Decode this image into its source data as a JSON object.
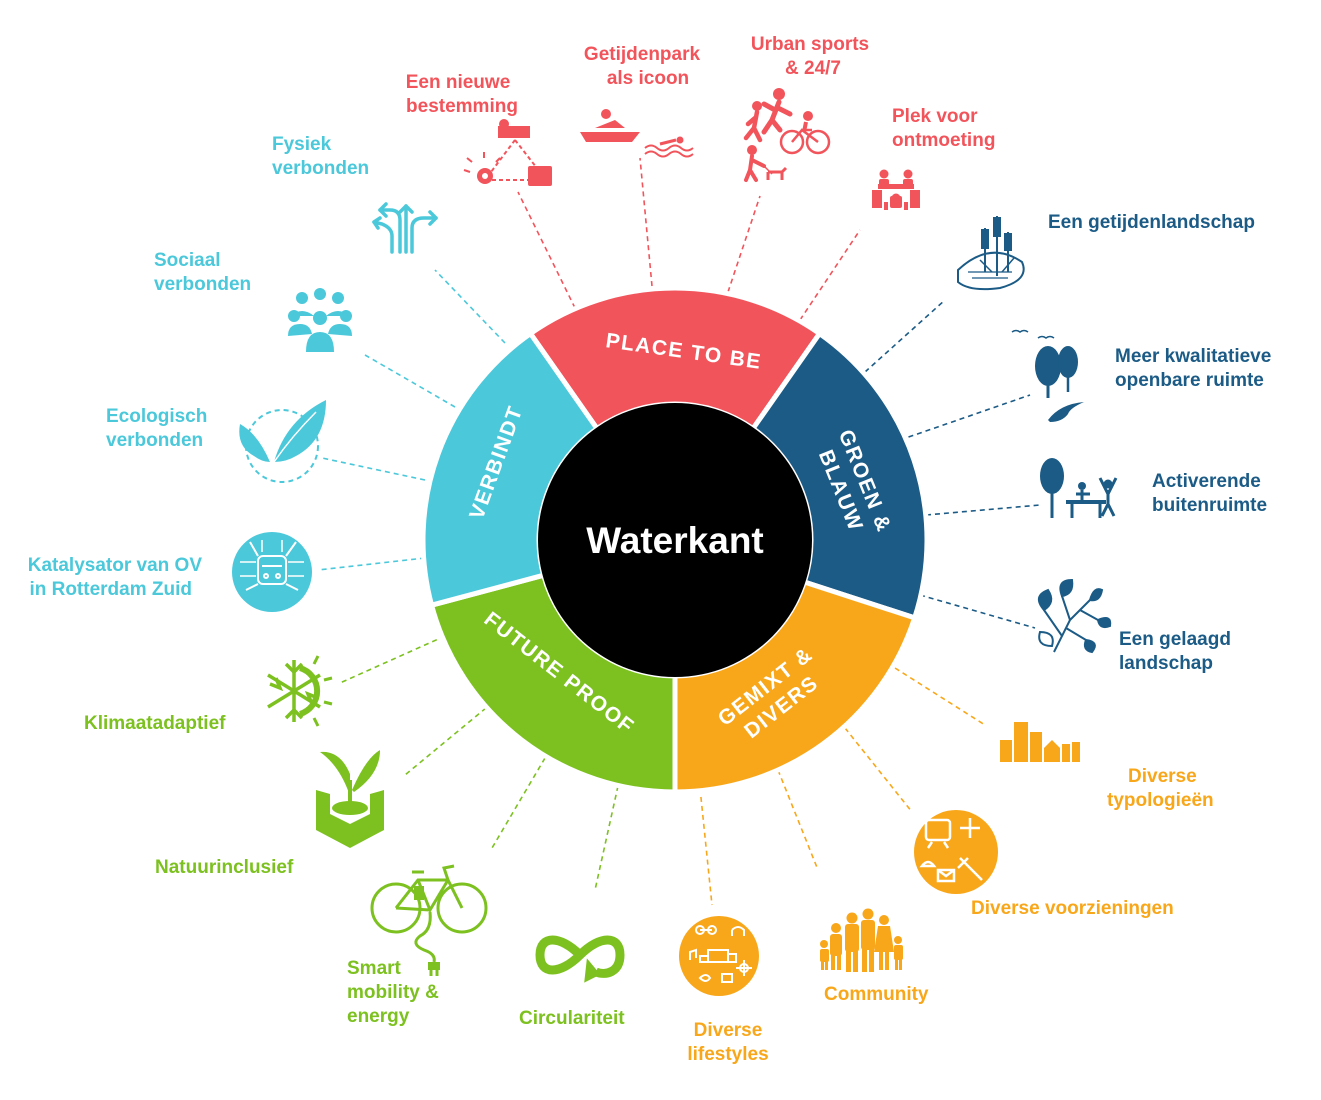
{
  "colors": {
    "place_to_be": "#f2545b",
    "groen_blauw": "#1b5b86",
    "gemixt_divers": "#f8a71b",
    "future_proof": "#7cc11f",
    "verbindt": "#4bc8da",
    "center": "#000000"
  },
  "center": {
    "title": "Waterkant"
  },
  "segments": {
    "place_to_be": "PLACE TO BE",
    "groen_blauw_1": "GROEN &",
    "groen_blauw_2": "BLAUW",
    "gemixt_1": "GEMIXT &",
    "gemixt_2": "DIVERS",
    "future_proof": "FUTURE PROOF",
    "verbindt": "VERBINDT"
  },
  "items": {
    "een_nieuwe_bestemming": [
      "Een nieuwe",
      "bestemming"
    ],
    "getijdenpark_als_icoon": [
      "Getijdenpark",
      "als icoon"
    ],
    "urban_sports": [
      "Urban sports",
      "& 24/7"
    ],
    "plek_voor_ontmoeting": [
      "Plek voor",
      "ontmoeting"
    ],
    "een_getijdenlandschap": [
      "Een getijdenlandschap"
    ],
    "meer_kwalitatieve_openbare_ruimte": [
      "Meer kwalitatieve",
      "openbare ruimte"
    ],
    "activerende_buitenruimte": [
      "Activerende",
      "buitenruimte"
    ],
    "een_gelaagd_landschap": [
      "Een gelaagd",
      "landschap"
    ],
    "diverse_typologieen": [
      "Diverse",
      "typologieën"
    ],
    "diverse_voorzieningen": [
      "Diverse voorzieningen"
    ],
    "community": [
      "Community"
    ],
    "diverse_lifestyles": [
      "Diverse",
      "lifestyles"
    ],
    "circulariteit": [
      "Circulariteit"
    ],
    "smart_mobility": [
      "Smart",
      "mobility &",
      "energy"
    ],
    "natuurinclusief": [
      "Natuurinclusief"
    ],
    "klimaatadaptief": [
      "Klimaatadaptief"
    ],
    "katalysator_ov": [
      "Katalysator van OV",
      "in Rotterdam Zuid"
    ],
    "ecologisch_verbonden": [
      "Ecologisch",
      "verbonden"
    ],
    "sociaal_verbonden": [
      "Sociaal",
      "verbonden"
    ],
    "fysiek_verbonden": [
      "Fysiek",
      "verbonden"
    ]
  },
  "icons": [
    "bed-triangle-icon",
    "swimming-icon",
    "urban-sports-icon",
    "meeting-icon",
    "reeds-icon",
    "trees-river-icon",
    "playground-icon",
    "layered-leaves-icon",
    "buildings-icon",
    "facilities-icon",
    "family-icon",
    "lifestyles-icon",
    "infinity-icon",
    "ebike-icon",
    "plant-hands-icon",
    "sun-snow-icon",
    "metro-icon",
    "leaf-circle-icon",
    "people-group-icon",
    "arrows-icon"
  ]
}
